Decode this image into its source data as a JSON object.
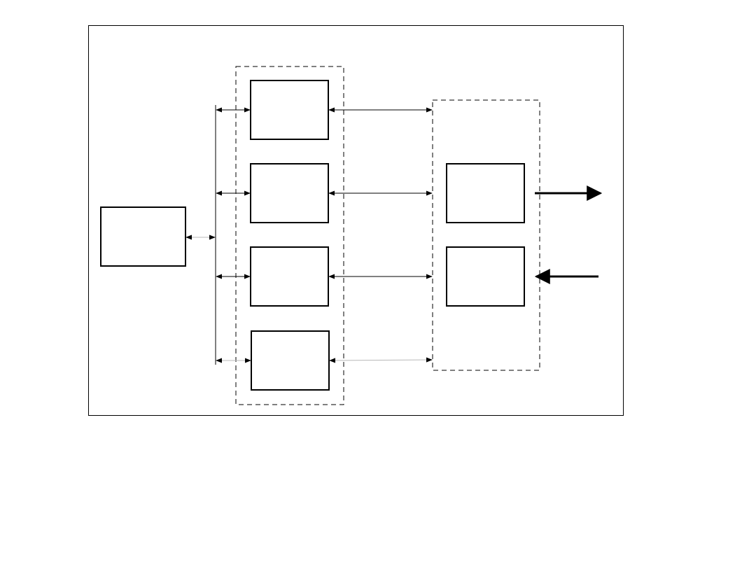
{
  "diagram": {
    "colors": {
      "background": "#ffffff",
      "stroke": "#000000",
      "faint_connector": "#b8b8b8"
    },
    "blocks": [
      {
        "id": "left-block",
        "label": ""
      },
      {
        "id": "middle-block-1",
        "label": ""
      },
      {
        "id": "middle-block-2",
        "label": ""
      },
      {
        "id": "middle-block-3",
        "label": ""
      },
      {
        "id": "middle-block-4",
        "label": ""
      },
      {
        "id": "right-block-1",
        "label": ""
      },
      {
        "id": "right-block-2",
        "label": ""
      }
    ],
    "groups": [
      {
        "id": "middle-group",
        "style": "dashed"
      },
      {
        "id": "right-group",
        "style": "dashed"
      }
    ],
    "connections": [
      {
        "from": "left-block",
        "to": "bus",
        "type": "bidirectional"
      },
      {
        "from": "bus",
        "to": "middle-block-1",
        "type": "bidirectional"
      },
      {
        "from": "bus",
        "to": "middle-block-2",
        "type": "bidirectional"
      },
      {
        "from": "bus",
        "to": "middle-block-3",
        "type": "bidirectional"
      },
      {
        "from": "bus",
        "to": "middle-block-4",
        "type": "bidirectional"
      },
      {
        "from": "middle-block-1",
        "to": "right-group",
        "type": "bidirectional"
      },
      {
        "from": "middle-block-2",
        "to": "right-group",
        "type": "bidirectional"
      },
      {
        "from": "middle-block-3",
        "to": "right-group",
        "type": "bidirectional"
      },
      {
        "from": "middle-block-4",
        "to": "right-group",
        "type": "bidirectional"
      }
    ],
    "external_arrows": [
      {
        "id": "output-arrow",
        "direction": "out",
        "block": "right-block-1"
      },
      {
        "id": "input-arrow",
        "direction": "in",
        "block": "right-block-2"
      }
    ]
  }
}
